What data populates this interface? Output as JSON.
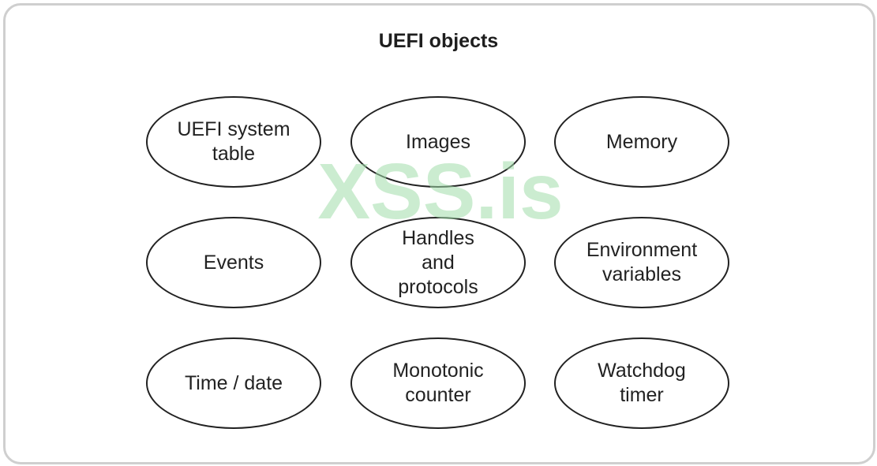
{
  "title": "UEFI objects",
  "watermark": "XSS.is",
  "nodes": [
    {
      "label": "UEFI system\ntable"
    },
    {
      "label": "Images"
    },
    {
      "label": "Memory"
    },
    {
      "label": "Events"
    },
    {
      "label": "Handles\nand\nprotocols"
    },
    {
      "label": "Environment\nvariables"
    },
    {
      "label": "Time / date"
    },
    {
      "label": "Monotonic\ncounter"
    },
    {
      "label": "Watchdog\ntimer"
    }
  ]
}
